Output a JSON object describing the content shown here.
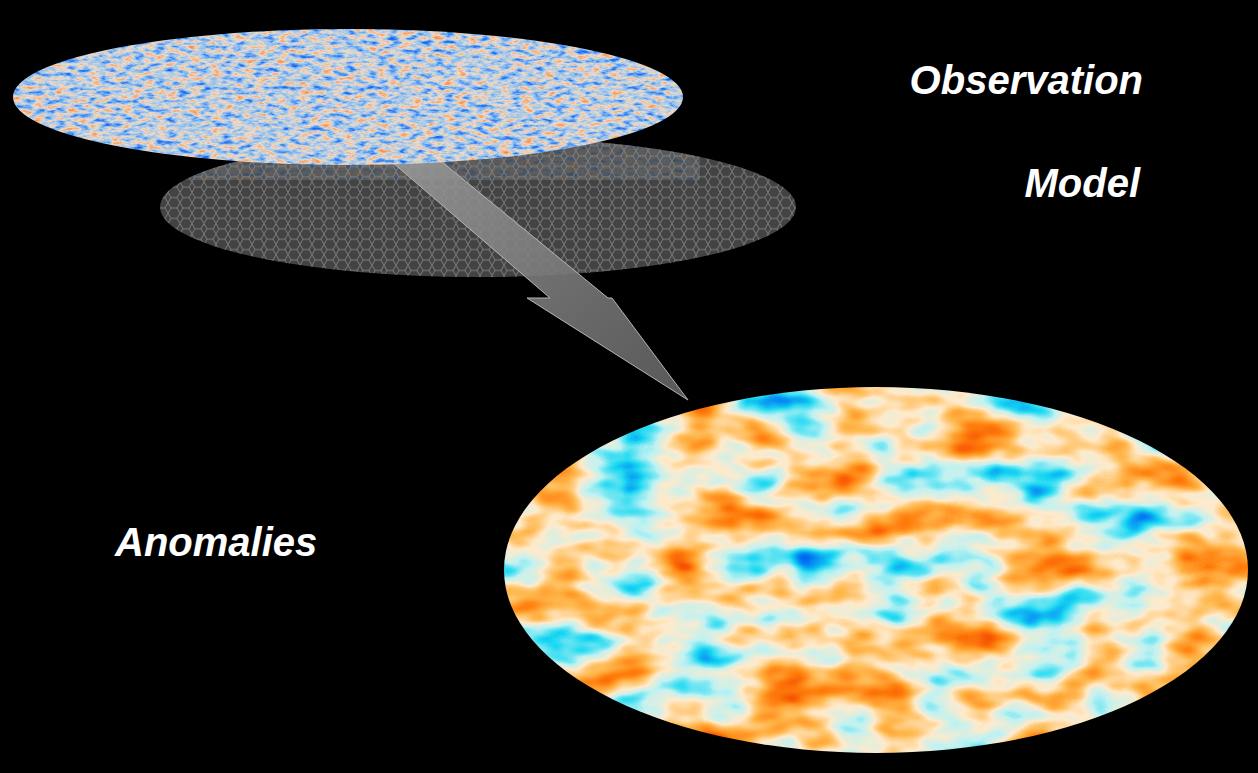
{
  "diagram": {
    "labels": [
      "Observation",
      "Model",
      "Anomalies"
    ]
  }
}
